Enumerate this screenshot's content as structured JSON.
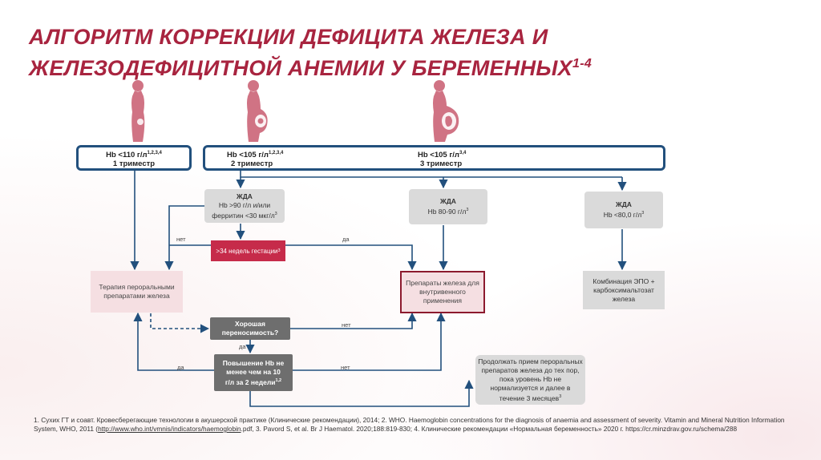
{
  "slide": {
    "title_line1": "АЛГОРИТМ КОРРЕКЦИИ ДЕФИЦИТА ЖЕЛЕЗА И",
    "title_line2": "ЖЕЛЕЗОДЕФИЦИТНОЙ АНЕМИИ У БЕРЕМЕННЫХ",
    "title_sup": "1-4",
    "colors": {
      "title": "#a8243f",
      "header_border": "#22507d",
      "arrows": "#22507d",
      "pink_fill": "#f5dfe2",
      "red_fill": "#c62b4a",
      "dark_fill": "#6e6e6e",
      "gray_fill": "#dadada"
    }
  },
  "figures": [
    "pregnant-woman-early-figure",
    "pregnant-woman-mid-figure",
    "pregnant-woman-late-figure"
  ],
  "headers": {
    "h1_main": "Hb <110 г/л",
    "h1_sup": "1,2,3,4",
    "h1_sub": "1 триместр",
    "h2_main": "Hb <105 г/л",
    "h2_sup": "1,2,3,4",
    "h2_sub": "2 триместр",
    "h3_main": "Hb <105 г/л",
    "h3_sup": "3,4",
    "h3_sub": "3 триместр"
  },
  "boxes": {
    "ida2_title": "ЖДА",
    "ida2_l1": "Hb >90 г/л и/или",
    "ida2_l2": "ферритин <30 мкг/л",
    "ida2_sup": "3",
    "ida3_title": "ЖДА",
    "ida3_l1": "Hb 80-90 г/л",
    "ida3_sup": "3",
    "ida4_title": "ЖДА",
    "ida4_l1": "Hb <80,0 г/л",
    "ida4_sup": "3",
    "gest_label": ">34 недель гестации",
    "gest_sup": "3",
    "oral_l1": "Терапия  пероральными",
    "oral_l2": "препаратами железа",
    "iv_l1": "Препараты железа для",
    "iv_l2": "внутривенного",
    "iv_l3": "применения",
    "epo_l1": "Комбинация ЭПО +",
    "epo_l2": "карбоксимальтозат",
    "epo_l3": "железа",
    "tol_l1": "Хорошая",
    "tol_l2": "переносимость?",
    "rise_l1": "Повышение Hb не",
    "rise_l2": "менее чем на 10",
    "rise_l3": "г/л за 2 недели",
    "rise_sup": "1,2",
    "cont_l1": "Продолжать прием пероральных",
    "cont_l2": "препаратов железа до тех пор,",
    "cont_l3": "пока уровень Hb не",
    "cont_l4": "нормализуется и далее в",
    "cont_l5": "течение 3 месяцев",
    "cont_sup": "3"
  },
  "labels": {
    "no1": "нет",
    "yes1": "да",
    "no2": "нет",
    "yes2": "да",
    "yes3": "да",
    "no3": "нет"
  },
  "footer": {
    "part1": "1. Сухих ГТ и соавт. Кровесберегающие технологии в  акушерской практике (Клинические рекомендации), 2014; 2. WHO. Haemoglobin concentrations for the diagnosis of anaemia and assessment of severity. Vitamin and Mineral Nutrition Information System, WHO, 2011 (",
    "link": "http://www.who.int/vmnis/indicators/haemoglobin",
    "part2": ".pdf, 3. Pavord S, et al. Br J Haematol. 2020;188:819-830; 4. Клинические рекомендации «Нормальная беременность» 2020 г. https://cr.minzdrav.gov.ru/schema/288"
  }
}
